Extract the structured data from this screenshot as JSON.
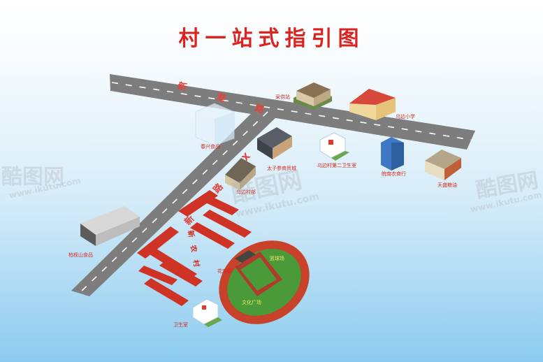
{
  "title": "村一站式指引图",
  "roads": {
    "main": "新 港 路",
    "branch": "新 路 X"
  },
  "places": {
    "supply_station": "采供站",
    "wubian_school": "乌边小学",
    "chunxing_food": "春兴食品",
    "taizi_hotel": "太子参商贸城",
    "clinic_2": "乌边村第二卫生室",
    "bank": "皖南农商行",
    "grain_oil": "天盛粮油",
    "village_dept": "乌边村部",
    "baiqingshan_food": "柏枧山食品",
    "xin_village": "新 农 村",
    "opera_stage": "花戏楼",
    "basketball_court": "篮球场",
    "culture_square": "文化广场",
    "clinic": "卫生室"
  },
  "watermark": {
    "brand": "酷图网",
    "url": "www.ikutu.com"
  },
  "colors": {
    "title": "#d92420",
    "label": "#d42a1e",
    "road": "#7a7a7a",
    "building_red": "#cf3326",
    "track": "#c8412a",
    "field": "#4b9a3a"
  }
}
